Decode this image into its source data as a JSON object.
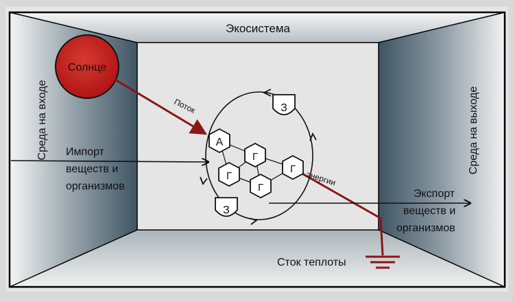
{
  "title": "Экосистема",
  "sun": {
    "label": "Солнце",
    "color": "#c81e1e"
  },
  "left_side": "Среда на входе",
  "right_side": "Среда на выходе",
  "flow_label_1": "Поток",
  "flow_label_2": "энергии",
  "import": {
    "line1": "Импорт",
    "line2": "веществ и",
    "line3": "организмов"
  },
  "export": {
    "line1": "Экспорт",
    "line2": "веществ и",
    "line3": "организмов"
  },
  "heat_sink": "Сток теплоты",
  "nodes": {
    "autotroph": "А",
    "heterotroph": "Г",
    "storage": "З"
  },
  "colors": {
    "frame": "#000000",
    "energy_line": "#8a1616",
    "back_wall": "#e3e3e3",
    "side_wall": "#5a6f7c"
  }
}
